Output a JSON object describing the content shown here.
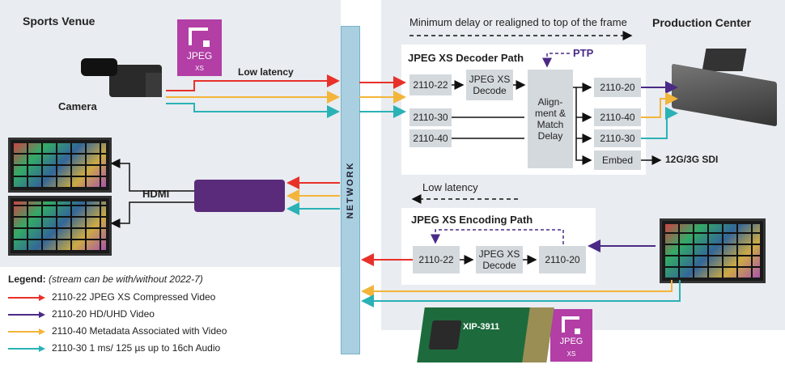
{
  "venue": {
    "title": "Sports Venue",
    "camera_label": "Camera",
    "low_latency": "Low latency",
    "hdmi": "HDMI"
  },
  "production": {
    "title": "Production Center",
    "min_delay": "Minimum delay or realigned to top of the frame"
  },
  "network": {
    "label": "NETWORK"
  },
  "jpeg_logo": {
    "top": "JPEG",
    "bottom": "XS"
  },
  "decoder": {
    "title": "JPEG XS Decoder Path",
    "ptp": "PTP",
    "in_2110_22": "2110-22",
    "in_2110_30": "2110-30",
    "in_2110_40": "2110-40",
    "decode": "JPEG XS Decode",
    "align": "Align-ment & Match Delay",
    "out_2110_20": "2110-20",
    "out_2110_40": "2110-40",
    "out_2110_30": "2110-30",
    "embed": "Embed",
    "sdi": "12G/3G SDI"
  },
  "encoder": {
    "low_latency": "Low latency",
    "title": "JPEG XS Encoding Path",
    "b1": "2110-22",
    "b2": "JPEG XS Decode",
    "b3": "2110-20"
  },
  "card": {
    "label": "XIP-3911"
  },
  "legend": {
    "title": "Legend:",
    "subtitle": "(stream can be with/without 2022-7)",
    "items": [
      {
        "label": "2110-22 JPEG XS Compressed Video",
        "color": "#e8312a"
      },
      {
        "label": "2110-20 HD/UHD Video",
        "color": "#4b2a86"
      },
      {
        "label": "2110-40 Metadata Associated with Video",
        "color": "#f3b53a"
      },
      {
        "label": "2110-30 1 ms/ 125 µs up to 16ch Audio",
        "color": "#2ab2b6"
      }
    ]
  }
}
